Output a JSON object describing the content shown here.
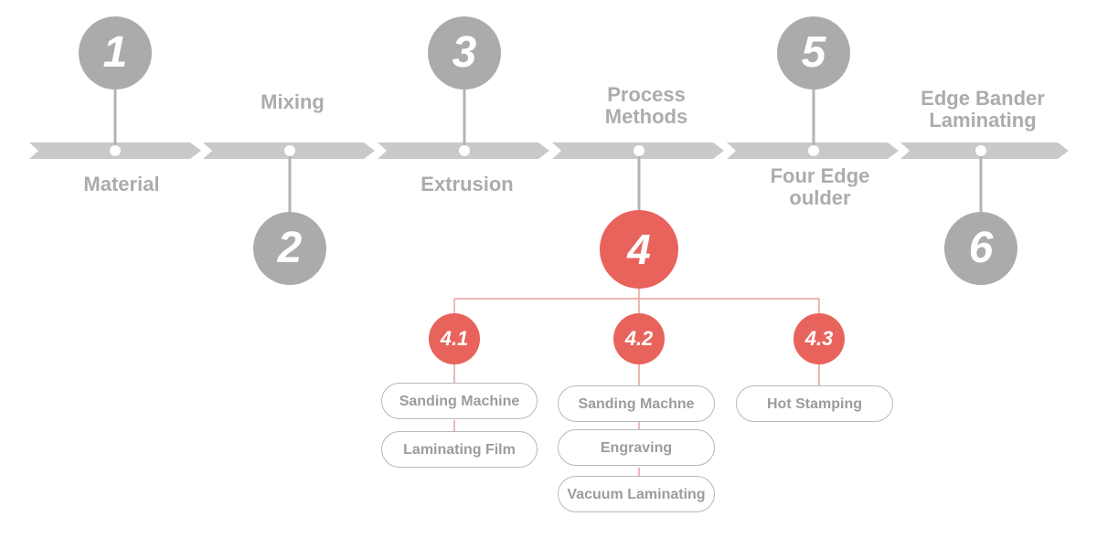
{
  "steps": [
    {
      "number": "1",
      "label": "Material"
    },
    {
      "number": "2",
      "label": "Mixing"
    },
    {
      "number": "3",
      "label": "Extrusion"
    },
    {
      "number": "4",
      "label_line1": "Process",
      "label_line2": "Methods"
    },
    {
      "number": "5",
      "label_line1": "Four Edge",
      "label_line2": "oulder"
    },
    {
      "number": "6",
      "label_line1": "Edge Bander",
      "label_line2": "Laminating"
    }
  ],
  "sub_steps": [
    {
      "number": "4.1",
      "items": [
        "Sanding Machine",
        "Laminating Film"
      ]
    },
    {
      "number": "4.2",
      "items": [
        "Sanding Machne",
        "Engraving",
        "Vacuum Laminating"
      ]
    },
    {
      "number": "4.3",
      "items": [
        "Hot Stamping"
      ]
    }
  ],
  "colors": {
    "inactive": "#ababab",
    "active": "#e8635c",
    "connector_red": "#e6a09c",
    "text_gray": "#acacac"
  }
}
